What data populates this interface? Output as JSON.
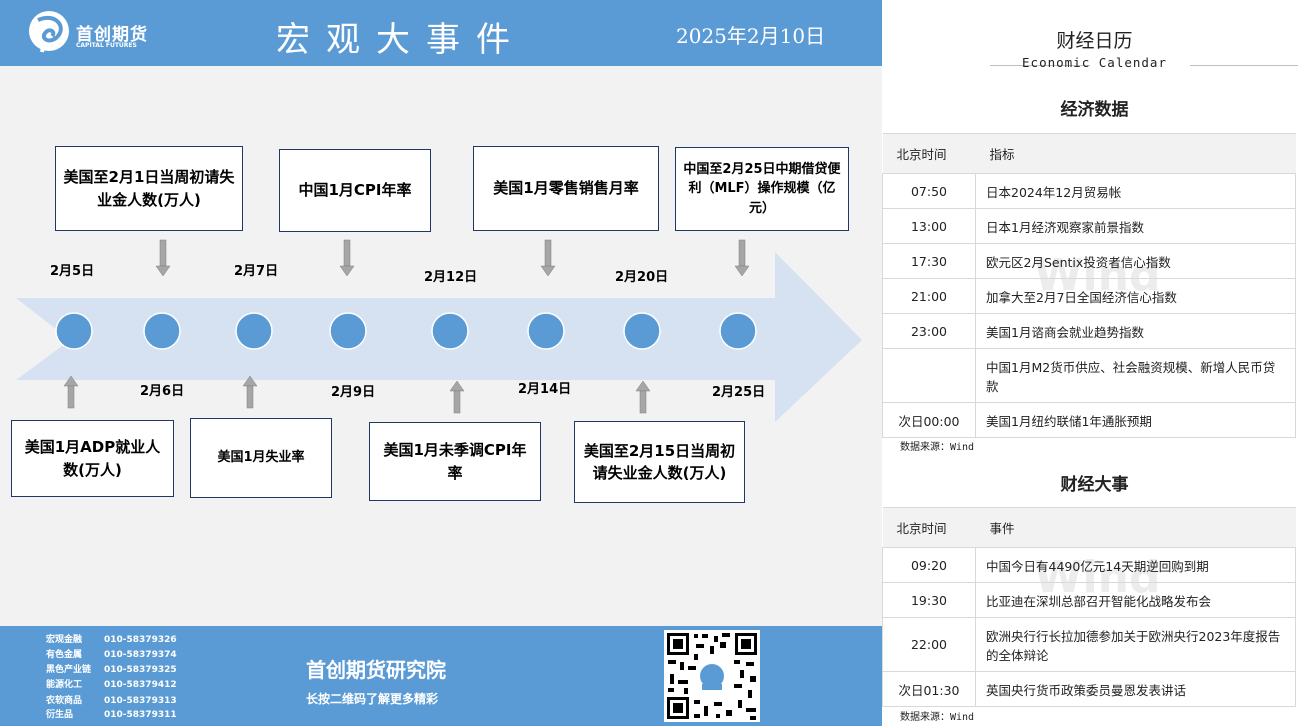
{
  "header": {
    "logo_cn": "首创期货",
    "logo_en": "CAPITAL FUTURES",
    "title": "宏观大事件",
    "date": "2025年2月10日"
  },
  "timeline": {
    "dates_top": [
      "2月5日",
      "2月7日",
      "2月12日",
      "2月20日"
    ],
    "dates_bottom": [
      "2月6日",
      "2月9日",
      "2月14日",
      "2月25日"
    ],
    "events_top": [
      "美国至2月1日当周初请失业金人数(万人)",
      "中国1月CPI年率",
      "美国1月零售销售月率",
      "中国至2月25日中期借贷便利（MLF）操作规模（亿元）"
    ],
    "events_bottom": [
      "美国1月ADP就业人数(万人)",
      "美国1月失业率",
      "美国1月未季调CPI年率",
      "美国至2月15日当周初请失业金人数(万人)"
    ]
  },
  "footer": {
    "contacts": [
      {
        "category": "宏观金融",
        "phone": "010-58379326"
      },
      {
        "category": "有色金属",
        "phone": "010-58379374"
      },
      {
        "category": "黑色产业链",
        "phone": "010-58379325"
      },
      {
        "category": "能源化工",
        "phone": "010-58379412"
      },
      {
        "category": "农软商品",
        "phone": "010-58379313"
      },
      {
        "category": "衍生品",
        "phone": "010-58379311"
      }
    ],
    "org": "首创期货研究院",
    "tagline": "长按二维码了解更多精彩"
  },
  "calendar": {
    "title": "财经日历",
    "subtitle": "Economic Calendar",
    "data_section": {
      "title": "经济数据",
      "col_time": "北京时间",
      "col_item": "指标",
      "rows": [
        {
          "time": "07:50",
          "item": "日本2024年12月贸易帐"
        },
        {
          "time": "13:00",
          "item": "日本1月经济观察家前景指数"
        },
        {
          "time": "17:30",
          "item": "欧元区2月Sentix投资者信心指数"
        },
        {
          "time": "21:00",
          "item": "加拿大至2月7日全国经济信心指数"
        },
        {
          "time": "23:00",
          "item": "美国1月谘商会就业趋势指数"
        },
        {
          "time": "",
          "item": "中国1月M2货币供应、社会融资规模、新增人民币贷款"
        },
        {
          "time": "次日00:00",
          "item": "美国1月纽约联储1年通胀预期"
        }
      ],
      "source": "数据来源：Wind"
    },
    "events_section": {
      "title": "财经大事",
      "col_time": "北京时间",
      "col_item": "事件",
      "rows": [
        {
          "time": "09:20",
          "item": "中国今日有4490亿元14天期逆回购到期"
        },
        {
          "time": "19:30",
          "item": "比亚迪在深圳总部召开智能化战略发布会"
        },
        {
          "time": "22:00",
          "item": "欧洲央行行长拉加德参加关于欧洲央行2023年度报告的全体辩论"
        },
        {
          "time": "次日01:30",
          "item": "英国央行货币政策委员曼恩发表讲话"
        }
      ],
      "source": "数据来源：Wind"
    },
    "watermark": "Wind"
  },
  "colors": {
    "brand_blue": "#5b9bd5",
    "arrow_fill": "#d6e1f1",
    "dot_fill": "#5b9bd5",
    "box_border": "#1f3864"
  }
}
